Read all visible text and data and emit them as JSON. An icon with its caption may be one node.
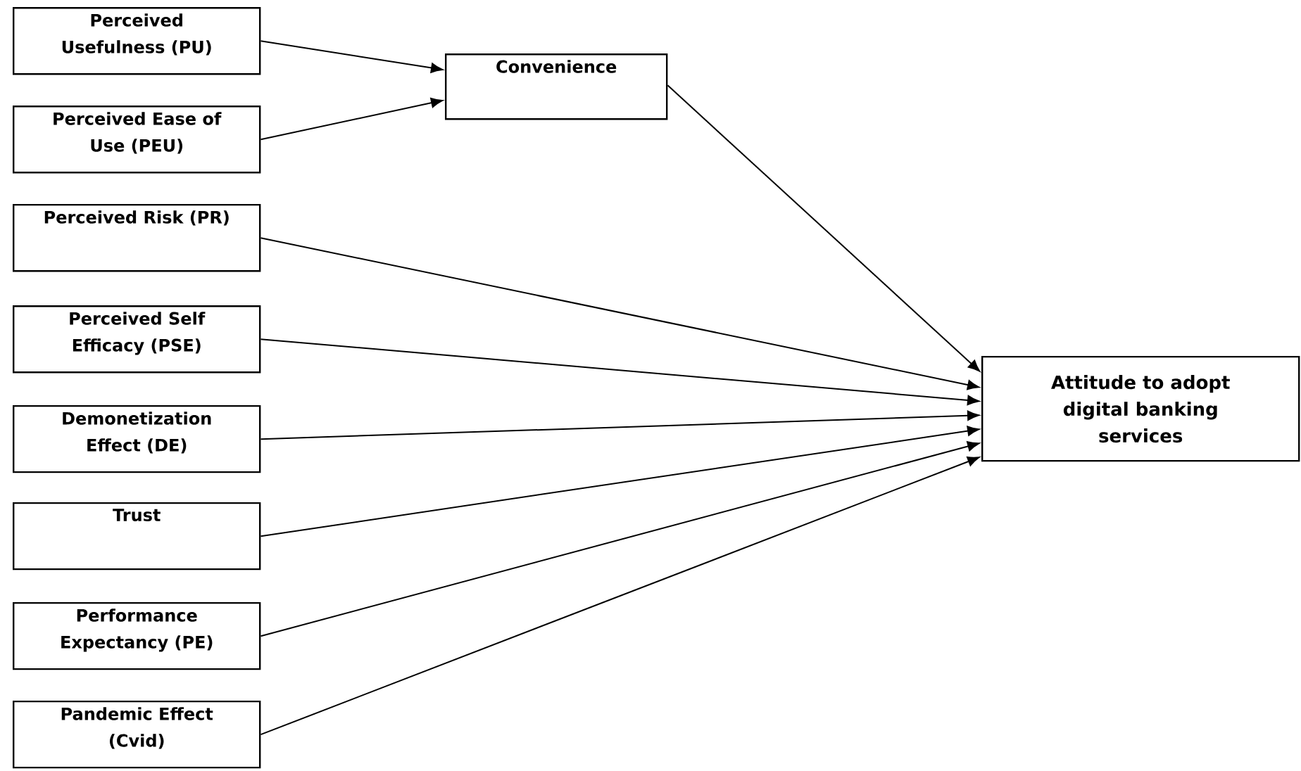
{
  "diagram": {
    "nodes": [
      {
        "text": [
          "Perceived Usefulness (PU)"
        ]
      },
      {
        "text": [
          "Perceived Ease of Use (PEU)"
        ]
      },
      {
        "text": [
          "Perceived Risk (PR)"
        ]
      },
      {
        "text": [
          "Perceived Self Efficacy (PSE)"
        ]
      },
      {
        "text": [
          "Demonetization Effect (DE)"
        ]
      },
      {
        "text": [
          "Trust"
        ]
      },
      {
        "text": [
          "Performance Expectancy (PE)"
        ]
      },
      {
        "text": [
          "Pandemic Effect (Cvid)"
        ]
      },
      {
        "text": [
          "Convenience"
        ]
      },
      {
        "text": [
          "Attitude to adopt digital banking services"
        ]
      }
    ],
    "edges": [
      {
        "from": 0,
        "to": 8,
        "arrow": "to"
      },
      {
        "from": 1,
        "to": 8,
        "arrow": "to"
      },
      {
        "from": 8,
        "to": 9,
        "arrow": "to"
      },
      {
        "from": 2,
        "to": 9,
        "arrow": "to"
      },
      {
        "from": 3,
        "to": 9,
        "arrow": "to"
      },
      {
        "from": 4,
        "to": 9,
        "arrow": "to"
      },
      {
        "from": 5,
        "to": 9,
        "arrow": "to"
      },
      {
        "from": 6,
        "to": 9,
        "arrow": "to"
      },
      {
        "from": 7,
        "to": 9,
        "arrow": "to"
      }
    ]
  }
}
